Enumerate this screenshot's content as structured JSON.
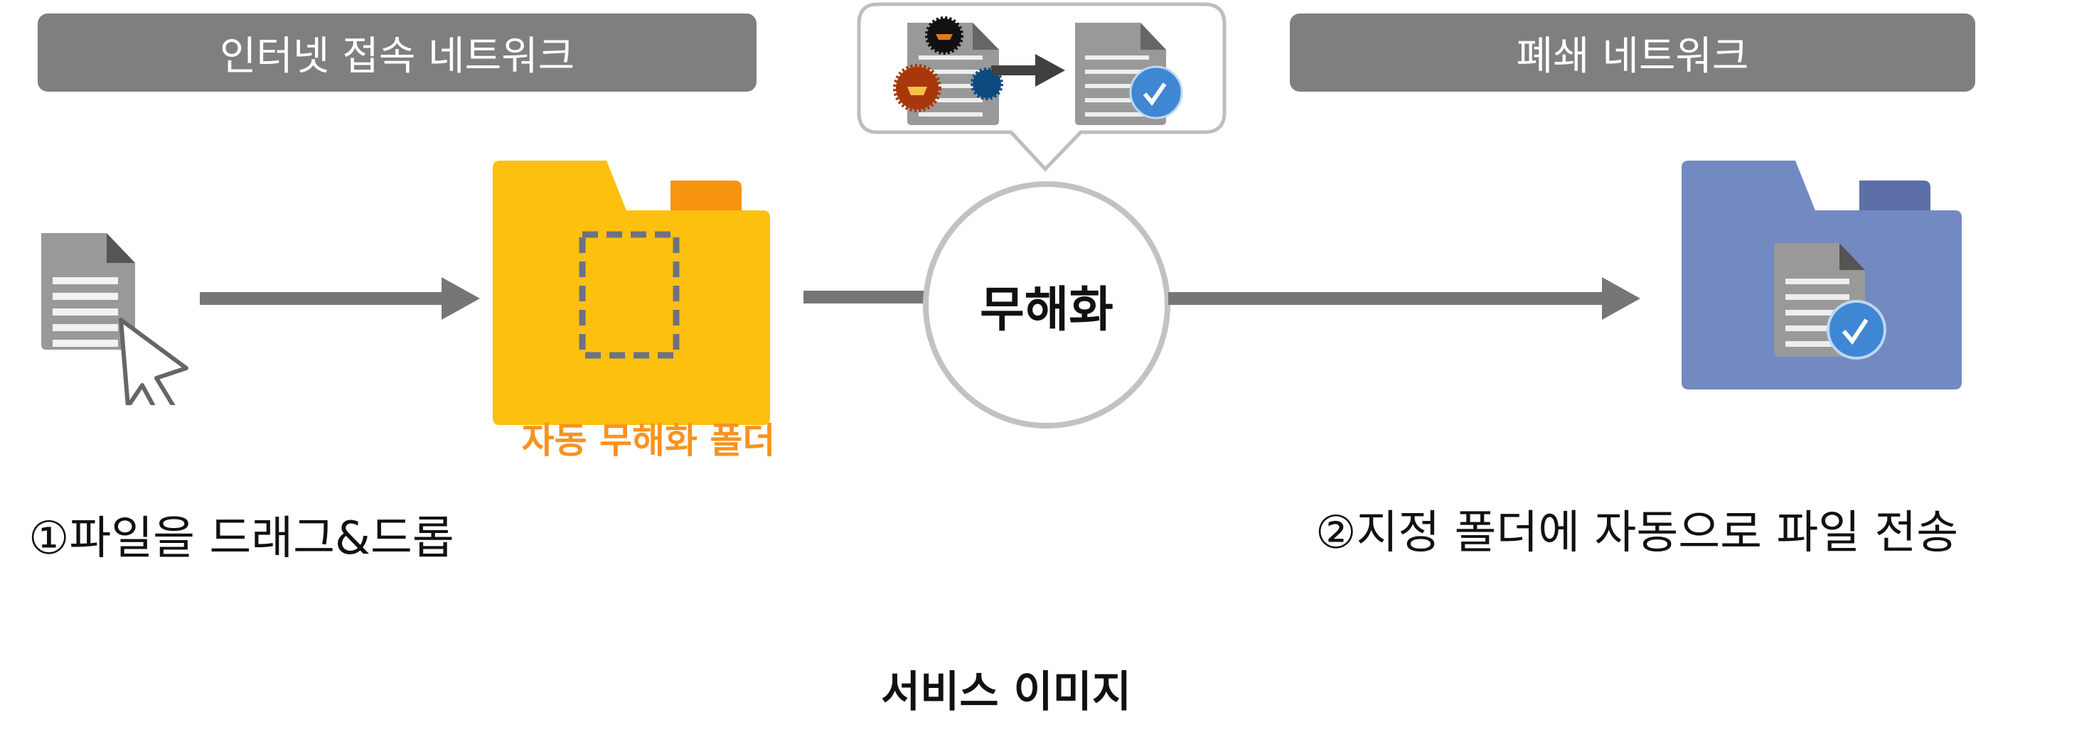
{
  "headers": {
    "internet_network": "인터넷 접속 네트워크",
    "closed_network": "폐쇄 네트워크"
  },
  "process": {
    "sanitize_label": "무해화",
    "auto_folder_label": "자동 무해화 폴더"
  },
  "steps": {
    "step1": "①파일을 드래그&드롭",
    "step2": "②지정 폴더에 자동으로 파일 전송"
  },
  "caption": "서비스 이미지",
  "colors": {
    "header_bg": "#7f7f7f",
    "arrow": "#767676",
    "folder_yellow": "#fdc00f",
    "folder_tab_orange": "#f7950f",
    "folder_blue": "#7389c1",
    "label_orange": "#f7931e",
    "check_blue": "#3f87d3"
  }
}
